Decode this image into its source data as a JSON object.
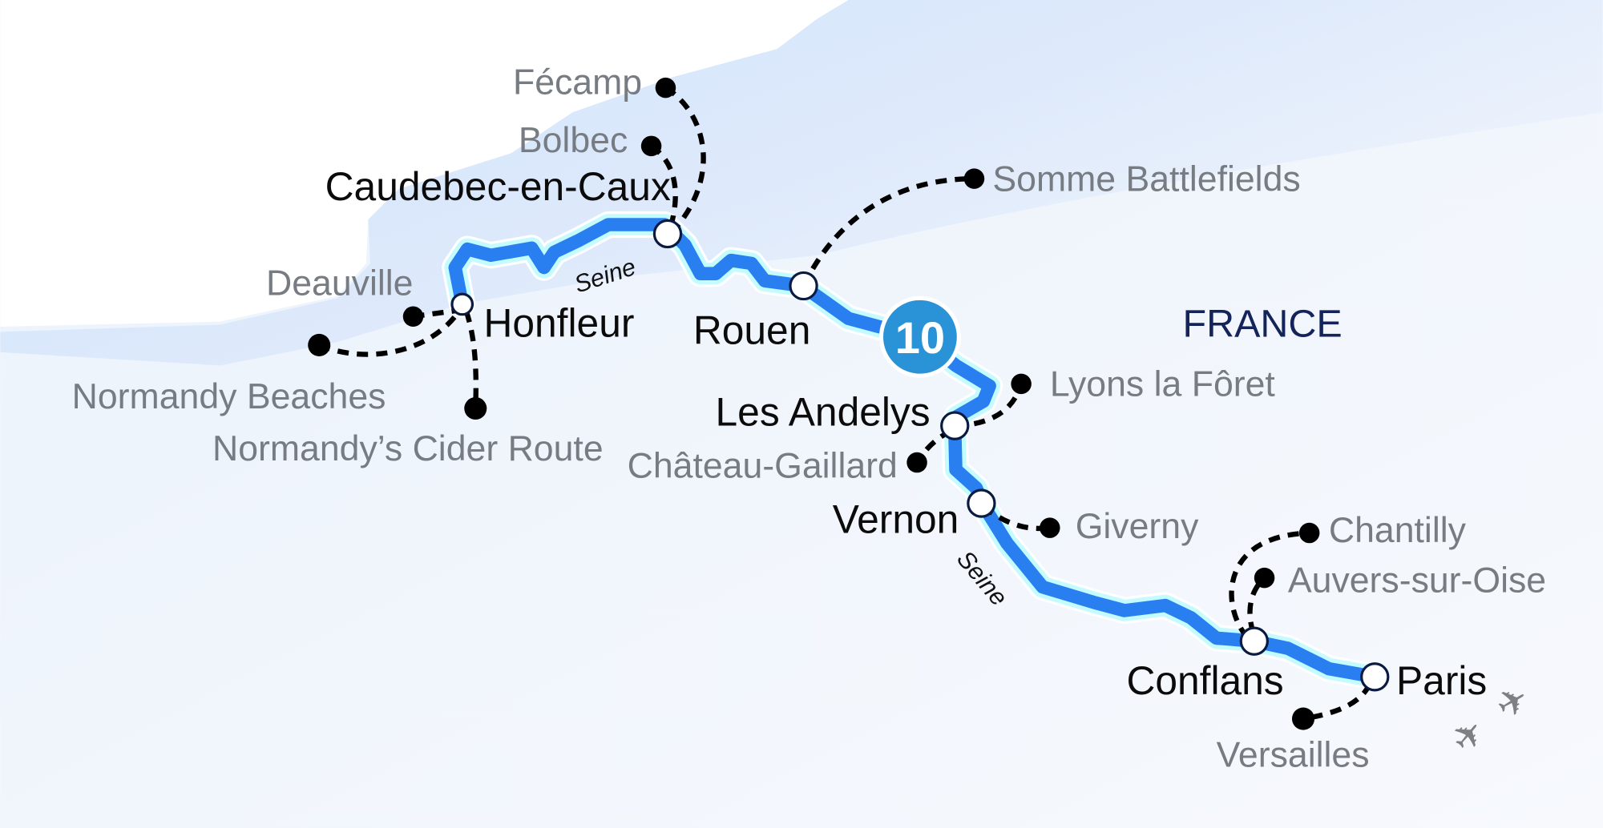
{
  "map": {
    "country_label": "FRANCE",
    "river_label": "Seine",
    "day_badge": "10",
    "colors": {
      "river": "#2a7ff0",
      "river_glow": "#c4fbff",
      "badge": "#2a93d8",
      "sea": "#d3e6fb",
      "excursion_text": "#777c83"
    },
    "stops": [
      {
        "name": "Caudebec-en-Caux"
      },
      {
        "name": "Honfleur"
      },
      {
        "name": "Rouen"
      },
      {
        "name": "Les Andelys"
      },
      {
        "name": "Vernon"
      },
      {
        "name": "Conflans"
      },
      {
        "name": "Paris"
      }
    ],
    "excursions": [
      {
        "name": "Fécamp"
      },
      {
        "name": "Bolbec"
      },
      {
        "name": "Somme Battlefields"
      },
      {
        "name": "Deauville"
      },
      {
        "name": "Normandy Beaches"
      },
      {
        "name": "Normandy’s Cider Route"
      },
      {
        "name": "Lyons la Fôret"
      },
      {
        "name": "Château-Gaillard"
      },
      {
        "name": "Giverny"
      },
      {
        "name": "Chantilly"
      },
      {
        "name": "Auvers-sur-Oise"
      },
      {
        "name": "Versailles"
      }
    ],
    "icons": [
      "airplane-icon",
      "airplane-icon"
    ]
  }
}
